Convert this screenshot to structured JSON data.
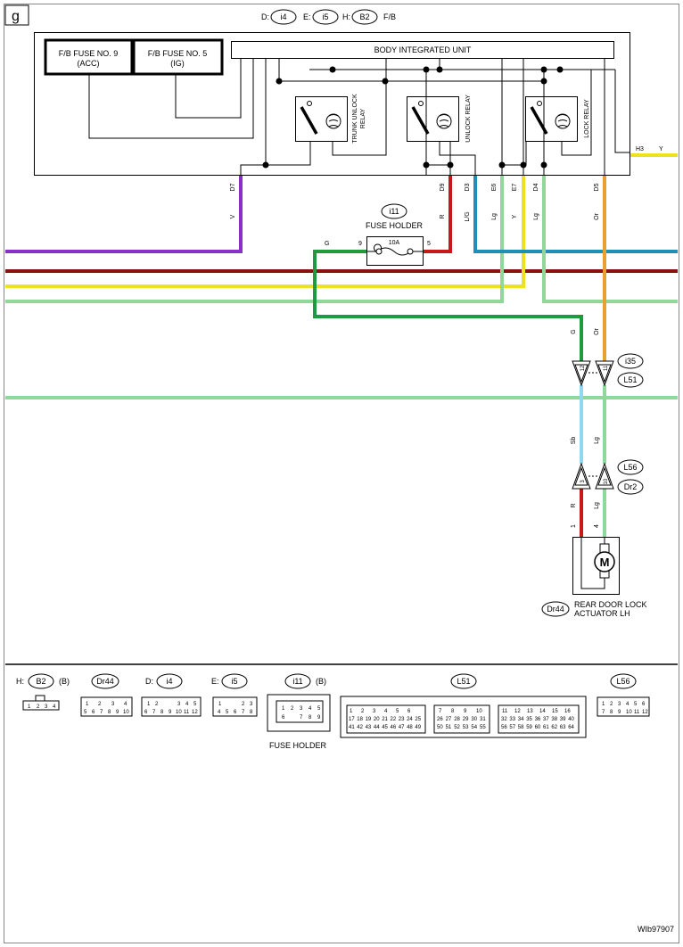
{
  "page_tag": "g",
  "header": {
    "connectors": [
      {
        "prefix": "D:",
        "id": "i4"
      },
      {
        "prefix": "E:",
        "id": "i5"
      },
      {
        "prefix": "H:",
        "id": "B2"
      }
    ],
    "suffix": "F/B"
  },
  "fuses": {
    "fuse9_line1": "F/B FUSE NO. 9",
    "fuse9_line2": "(ACC)",
    "fuse5_line1": "F/B FUSE NO. 5",
    "fuse5_line2": "(IG)"
  },
  "unit": {
    "title": "BODY INTEGRATED UNIT",
    "relays": {
      "trunk_line1": "TRUNK UNLOCK",
      "trunk_line2": "RELAY",
      "unlock": "UNLOCK RELAY",
      "lock": "LOCK RELAY"
    },
    "pins": {
      "d7": "D7",
      "d9": "D9",
      "d3": "D3",
      "e6": "E6",
      "e7": "E7",
      "d4": "D4",
      "d5": "D5",
      "h3": "H3"
    }
  },
  "wire_colors": {
    "v": "V",
    "r": "R",
    "lg_blue": "L/G",
    "lg": "Lg",
    "y": "Y",
    "or": "Or",
    "g": "G",
    "sb": "Sb"
  },
  "fuse_holder": {
    "id": "i11",
    "label": "FUSE HOLDER",
    "rating": "10A",
    "pin_in": "9",
    "pin_out": "5"
  },
  "connector_i35": {
    "ids": [
      "i35",
      "L51"
    ],
    "pin_a": "12",
    "pin_b": "11"
  },
  "connector_l56": {
    "ids": [
      "L56",
      "Dr2"
    ],
    "pin_a": "3",
    "pin_b": "10"
  },
  "actuator": {
    "id": "Dr44",
    "pin_a": "1",
    "pin_b": "4",
    "motor": "M",
    "line1": "REAR DOOR LOCK",
    "line2": "ACTUATOR LH"
  },
  "connector_views": {
    "b2": {
      "prefix": "H:",
      "id": "B2",
      "suffix": "(B)",
      "pins": [
        "1",
        "2",
        "3",
        "4"
      ]
    },
    "dr44": {
      "id": "Dr44",
      "row1": [
        "1",
        "2",
        "3",
        "4"
      ],
      "row2": [
        "5",
        "6",
        "7",
        "8",
        "9",
        "10"
      ]
    },
    "i4": {
      "prefix": "D:",
      "id": "i4",
      "row1": [
        "1",
        "2",
        "3",
        "4",
        "5"
      ],
      "row2": [
        "6",
        "7",
        "8",
        "9",
        "10",
        "11",
        "12"
      ]
    },
    "i5": {
      "prefix": "E:",
      "id": "i5",
      "row1": [
        "1",
        "2",
        "3"
      ],
      "row2": [
        "4",
        "5",
        "6",
        "7",
        "8"
      ]
    },
    "i11": {
      "id": "i11",
      "suffix": "(B)",
      "row1": [
        "1",
        "2",
        "3",
        "4",
        "5"
      ],
      "row2": [
        "6",
        "7",
        "8",
        "9"
      ],
      "caption": "FUSE HOLDER"
    },
    "l51": {
      "id": "L51",
      "a_row1": [
        "1",
        "2",
        "3",
        "4",
        "5",
        "6"
      ],
      "a_row2": [
        "17",
        "18",
        "19",
        "20",
        "21",
        "22",
        "23",
        "24",
        "25"
      ],
      "a_row3": [
        "41",
        "42",
        "43",
        "44",
        "45",
        "46",
        "47",
        "48",
        "49"
      ],
      "b_row1": [
        "7",
        "8",
        "9",
        "10"
      ],
      "b_row2": [
        "26",
        "27",
        "28",
        "29",
        "30",
        "31"
      ],
      "b_row3": [
        "50",
        "51",
        "52",
        "53",
        "54",
        "55"
      ],
      "c_row1": [
        "11",
        "12",
        "13",
        "14",
        "15",
        "16"
      ],
      "c_row2": [
        "32",
        "33",
        "34",
        "35",
        "36",
        "37",
        "38",
        "39",
        "40"
      ],
      "c_row3": [
        "56",
        "57",
        "58",
        "59",
        "60",
        "61",
        "62",
        "63",
        "64"
      ]
    },
    "l56": {
      "id": "L56",
      "row1": [
        "1",
        "2",
        "3",
        "4",
        "5",
        "6"
      ],
      "row2": [
        "7",
        "8",
        "9",
        "10",
        "11",
        "12"
      ]
    }
  },
  "figure_code": "WIb97907",
  "colors": {
    "violet": "#8b2fc9",
    "red": "#c81818",
    "darkred": "#8a1010",
    "blue": "#1f8fb8",
    "lightgreen": "#8fd89a",
    "yellow": "#f0e020",
    "orange": "#e8a030",
    "green": "#1f9a3c",
    "skyblue": "#8fd8f0"
  }
}
